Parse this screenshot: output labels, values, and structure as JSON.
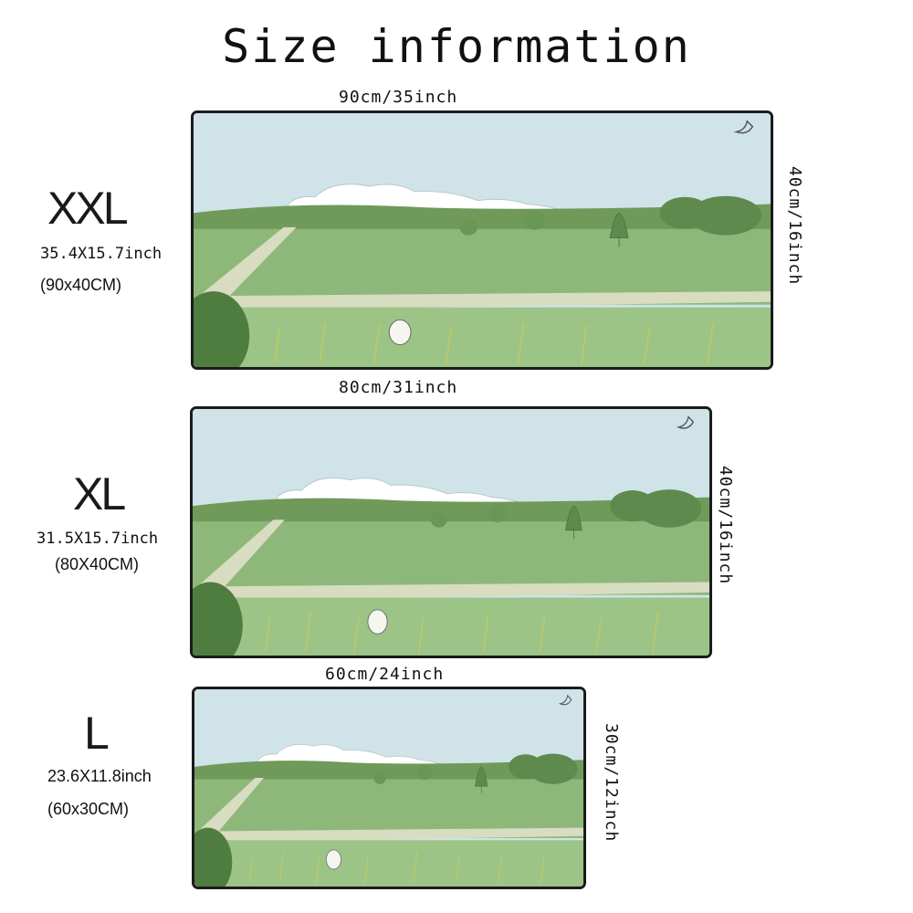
{
  "title": "Size information",
  "sizes": [
    {
      "name": "XXL",
      "inch": "35.4X15.7inch",
      "cm": "(90x40CM)",
      "width_label": "90cm/35inch",
      "height_label": "40cm/16inch"
    },
    {
      "name": "XL",
      "inch": "31.5X15.7inch",
      "cm": "(80X40CM)",
      "width_label": "80cm/31inch",
      "height_label": "40cm/16inch"
    },
    {
      "name": "L",
      "inch": "23.6X11.8inch",
      "cm": "(60x30CM)",
      "width_label": "60cm/24inch",
      "height_label": "30cm/12inch"
    }
  ],
  "colors": {
    "sky": "#cfe3e8",
    "hill": "#6f9a5a",
    "field": "#8db879",
    "path": "#d8dcc0",
    "foreground": "#9cc487",
    "cloud": "#ffffff",
    "border": "#1b1b1b"
  }
}
